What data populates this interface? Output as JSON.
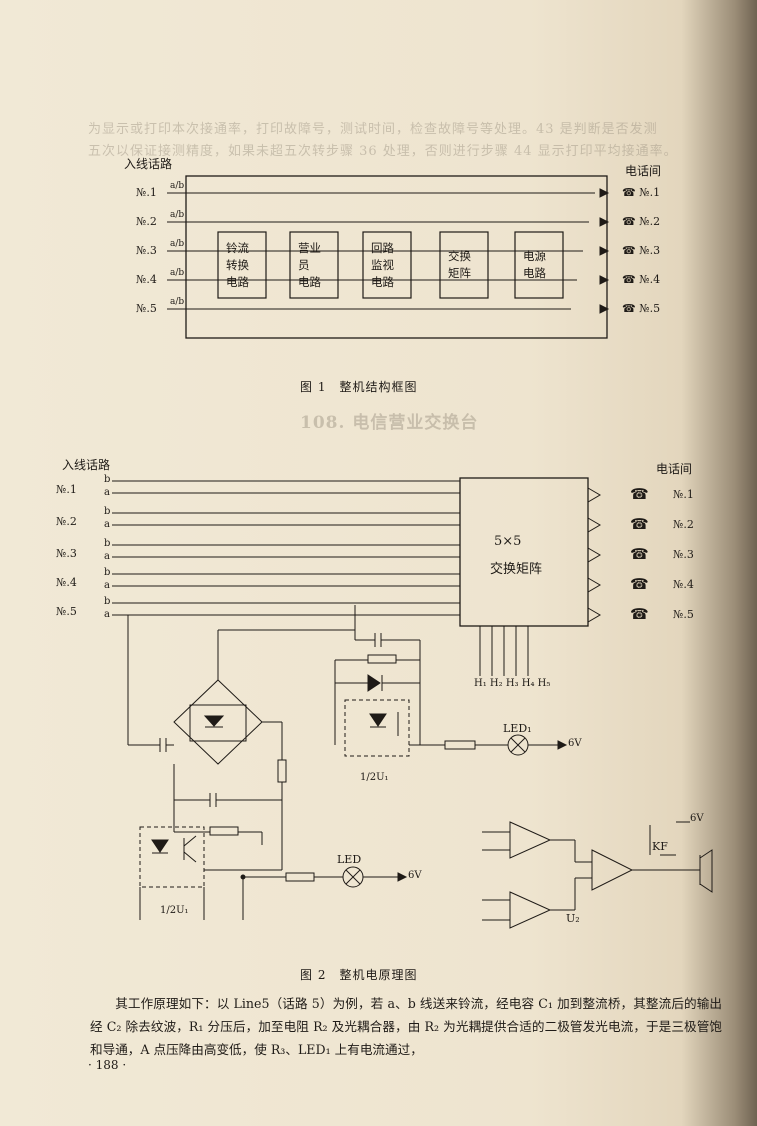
{
  "figure1": {
    "caption": "图 1　整机结构框图",
    "in_label": "入线话路",
    "out_label": "电话间",
    "lines": [
      "№.1",
      "№.2",
      "№.3",
      "№.4",
      "№.5"
    ],
    "phones": [
      "№.1",
      "№.2",
      "№.3",
      "№.4",
      "№.5"
    ],
    "blocks": [
      [
        "铃流",
        "转换",
        "电路"
      ],
      [
        "营业",
        "员",
        "电路"
      ],
      [
        "回路",
        "监视",
        "电路"
      ],
      [
        "交换",
        "矩阵"
      ],
      [
        "电源",
        "电路"
      ]
    ]
  },
  "figure2": {
    "caption": "图 2　整机电原理图",
    "in_label": "入线话路",
    "out_label": "电话间",
    "lines": [
      "№.1",
      "№.2",
      "№.3",
      "№.4",
      "№.5"
    ],
    "phones": [
      "№.1",
      "№.2",
      "№.3",
      "№.4",
      "№.5"
    ],
    "matrix_label_1": "5×5",
    "matrix_label_2": "交换矩阵",
    "h_labels": "H₁ H₂ H₃ H₄ H₅",
    "u1_label": "1/2U₁",
    "u2_label": "U₂",
    "kf_label": "KF",
    "led_label": "LED",
    "led1_label": "LED₁",
    "voltage": "6V"
  },
  "body": {
    "paragraph": "其工作原理如下：以 Line5（话路 5）为例，若 a、b 线送来铃流，经电容 C₁ 加到整流桥，其整流后的输出经 C₂ 除去纹波，R₁ 分压后，加至电阻 R₂ 及光耦合器，由 R₂ 为光耦提供合适的二极管发光电流，于是三极管饱和导通，A 点压降由高变低，使 R₃、LED₁ 上有电流通过，"
  },
  "page_number": "· 188 ·"
}
